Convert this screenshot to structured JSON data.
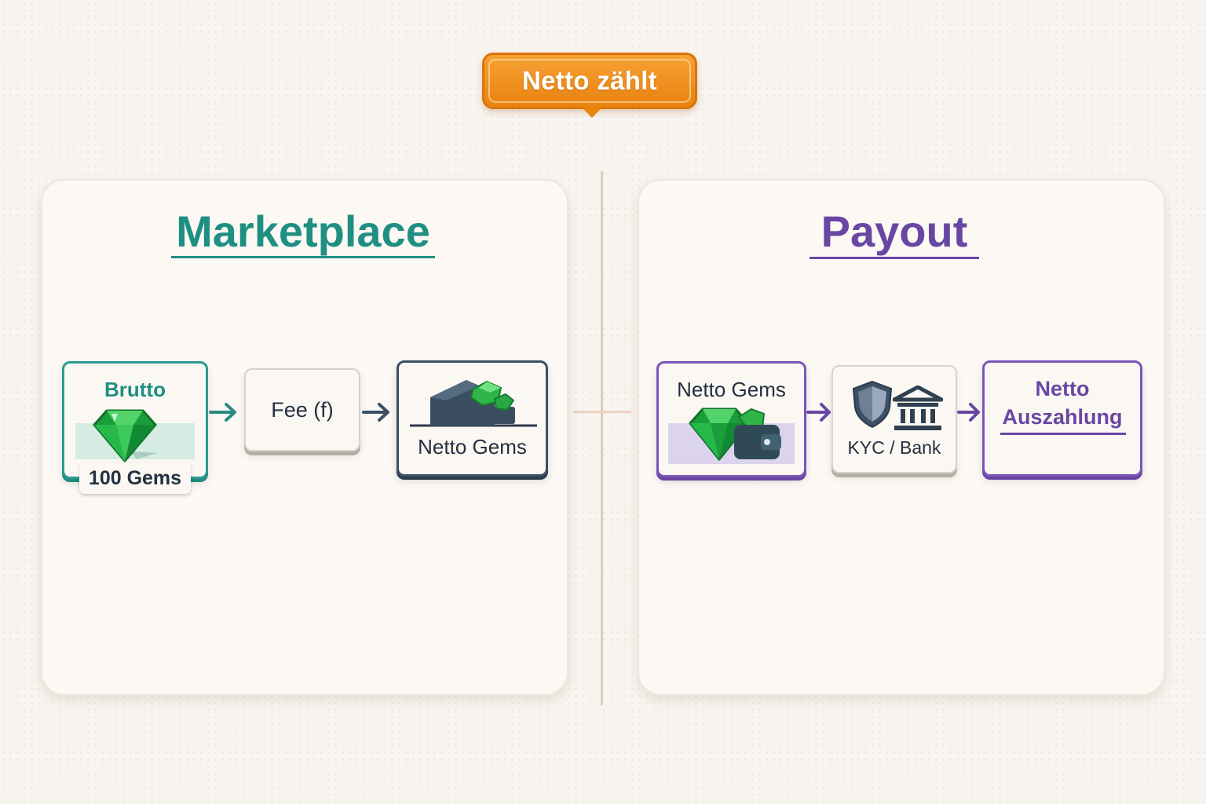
{
  "callout": {
    "label": "Netto zählt",
    "color": "#ee8a16"
  },
  "sections": {
    "marketplace": {
      "title": "Marketplace",
      "color": "#1f8f82",
      "nodes": {
        "brutto": {
          "label": "Brutto",
          "amount": "100 Gems",
          "icon": "gem-icon"
        },
        "fee": {
          "label": "Fee (f)"
        },
        "netto": {
          "label": "Netto Gems",
          "icon": "wallet-gems-icon"
        }
      }
    },
    "payout": {
      "title": "Payout",
      "color": "#6a46a3",
      "nodes": {
        "netto": {
          "label": "Netto Gems",
          "icon": "gem-wallet-icon"
        },
        "kyc": {
          "label": "KYC / Bank",
          "icons": [
            "shield-icon",
            "bank-icon"
          ]
        },
        "auszahlung": {
          "label_line1": "Netto",
          "label_line2": "Auszahlung"
        }
      }
    }
  }
}
